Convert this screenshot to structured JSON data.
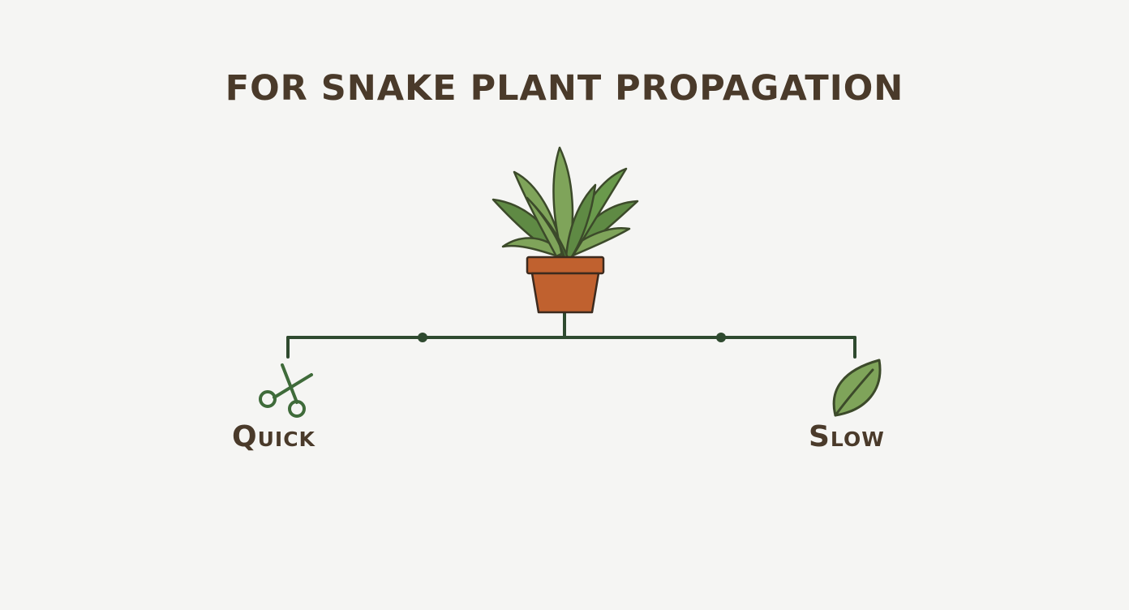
{
  "title": "FOR SNAKE PLANT PROPAGATION",
  "center_icon": "potted-snake-plant-icon",
  "branches": [
    {
      "label": "Quick",
      "icon": "scissors-icon"
    },
    {
      "label": "Slow",
      "icon": "leaf-icon"
    }
  ],
  "colors": {
    "background": "#f5f5f3",
    "text": "#4a3a2a",
    "line": "#2f4a2f",
    "leaf_light": "#7fa45a",
    "leaf_dark": "#4f7a3c",
    "pot": "#c0612f"
  }
}
